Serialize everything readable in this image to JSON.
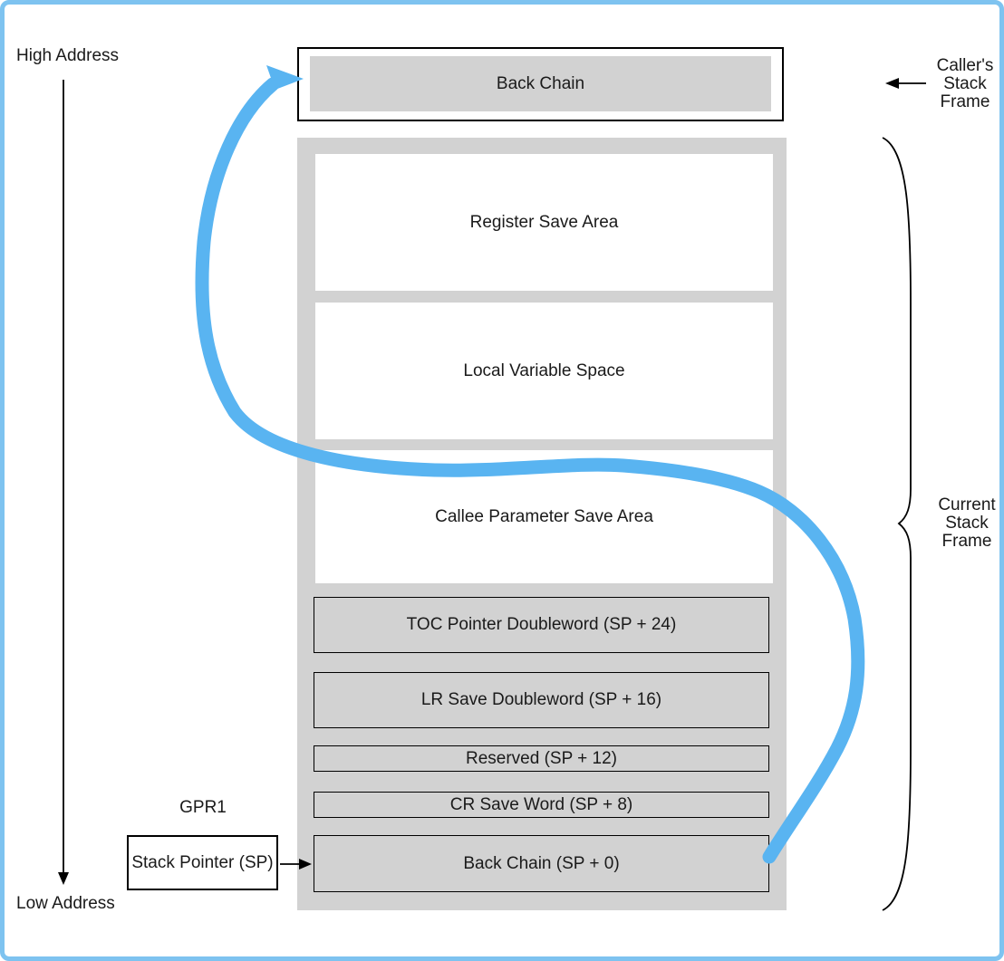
{
  "colors": {
    "accent_blue": "#59b4f1",
    "border_blue": "#7ec3f0",
    "box_gray": "#d2d2d2"
  },
  "labels": {
    "high_address": "High Address",
    "low_address": "Low Address",
    "gpr1": "GPR1",
    "stack_pointer_box": "Stack Pointer (SP)"
  },
  "caller_frame": {
    "box_label": "Back Chain",
    "side_label_lines": [
      "Caller's",
      "Stack",
      "Frame"
    ]
  },
  "current_frame": {
    "side_label_lines": [
      "Current",
      "Stack",
      "Frame"
    ],
    "sections": [
      {
        "label": "Register Save Area"
      },
      {
        "label": "Local Variable Space"
      },
      {
        "label": "Callee Parameter Save Area"
      }
    ],
    "slots": [
      {
        "label": "TOC Pointer Doubleword (SP + 24)"
      },
      {
        "label": "LR Save Doubleword (SP + 16)"
      },
      {
        "label": "Reserved (SP + 12)"
      },
      {
        "label": "CR Save Word (SP + 8)"
      },
      {
        "label": "Back Chain (SP + 0)"
      }
    ]
  },
  "icons": {
    "address_direction_arrow": "down-arrow",
    "caller_frame_arrow": "left-arrow",
    "sp_arrow": "right-arrow",
    "back_chain_pointer": "curved-arrow"
  }
}
